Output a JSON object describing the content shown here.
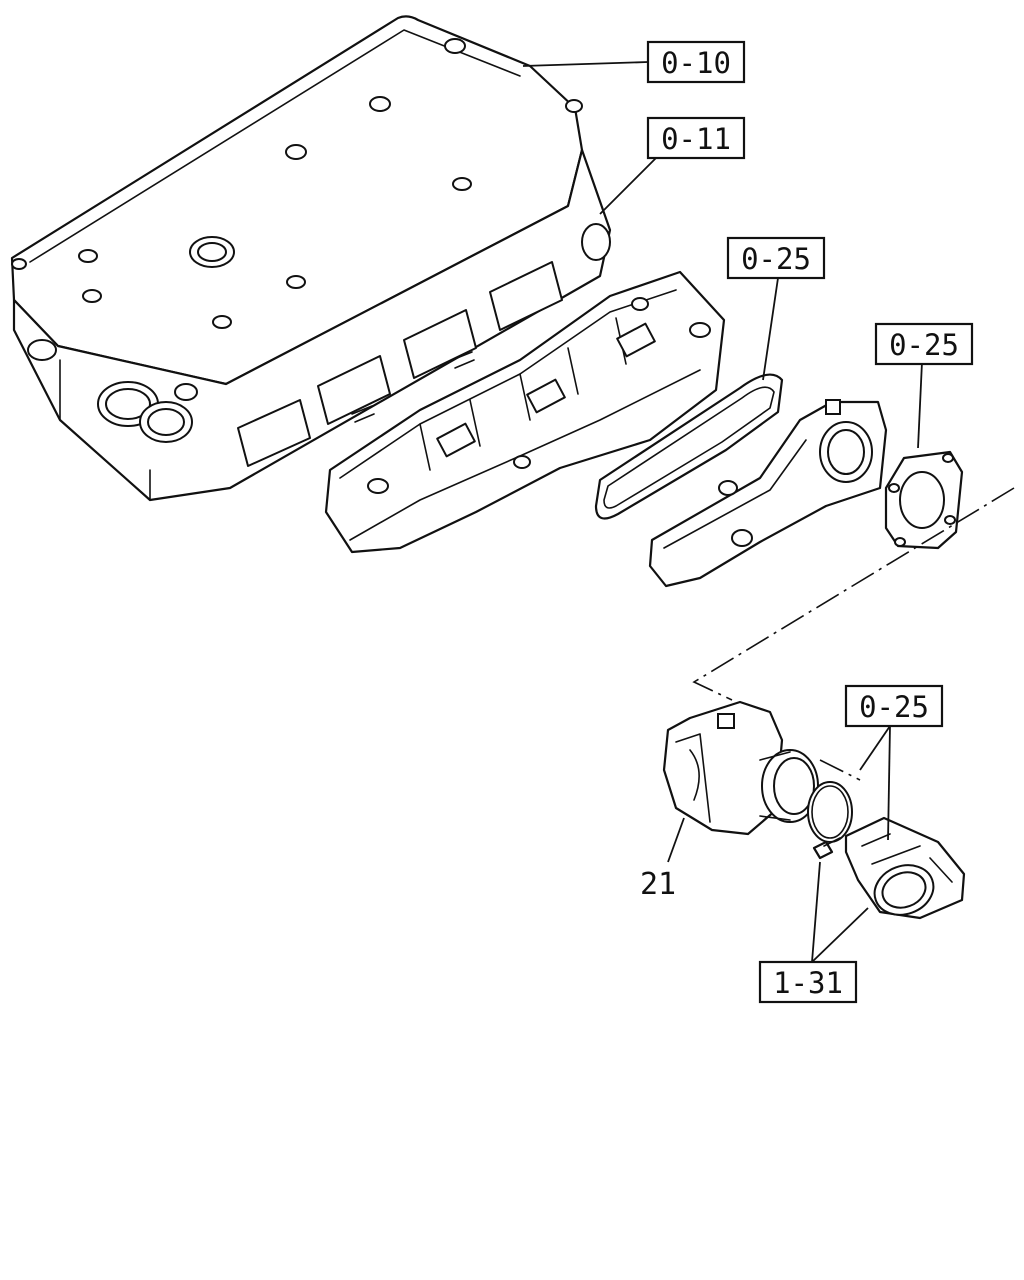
{
  "callouts": {
    "cylinder_head": "0-10",
    "head_gasket_flange": "0-11",
    "manifold_gasket": "0-25",
    "flange_gasket": "0-25",
    "throttle_hardware": "0-25",
    "hose_and_clamp": "1-31"
  },
  "parts": {
    "throttle_body_number": "21"
  },
  "icons": {
    "cylinder_head": "cylinder-head-icon",
    "intake_manifold": "intake-manifold-icon",
    "manifold_gasket": "gasket-icon",
    "throttle_body": "throttle-body-icon",
    "hose": "hose-icon"
  }
}
